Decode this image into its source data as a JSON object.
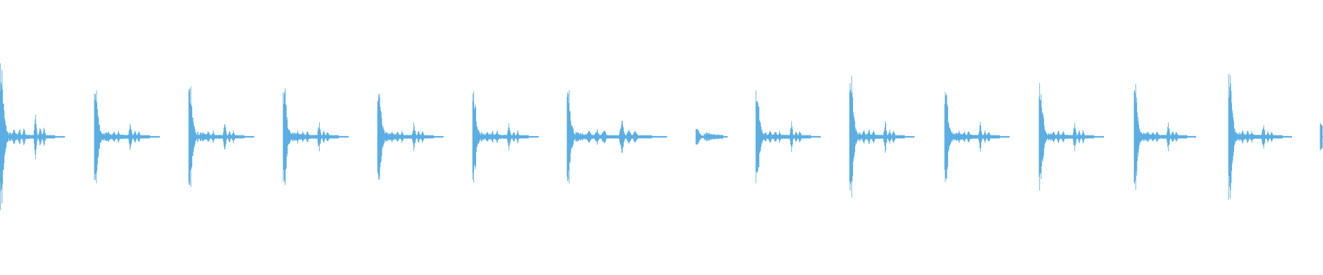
{
  "waveform": {
    "color": "#5aaee3",
    "background": "#ffffff",
    "beats": [
      {
        "peak_top": 0.58,
        "peak_bottom": 0.58,
        "echo": 0.18
      },
      {
        "peak_top": 0.42,
        "peak_bottom": 0.42,
        "echo": 0.12
      },
      {
        "peak_top": 0.4,
        "peak_bottom": 0.4,
        "echo": 0.12
      },
      {
        "peak_top": 0.39,
        "peak_bottom": 0.39,
        "echo": 0.12
      },
      {
        "peak_top": 0.4,
        "peak_bottom": 0.4,
        "echo": 0.12
      },
      {
        "peak_top": 0.37,
        "peak_bottom": 0.37,
        "echo": 0.12
      },
      {
        "peak_top": 0.42,
        "peak_bottom": 0.42,
        "echo": 0.14
      },
      {
        "peak_top": 0.07,
        "peak_bottom": 0.07,
        "echo": 0.03
      },
      {
        "peak_top": 0.4,
        "peak_bottom": 0.4,
        "echo": 0.12
      },
      {
        "peak_top": 0.5,
        "peak_bottom": 0.5,
        "echo": 0.14
      },
      {
        "peak_top": 0.41,
        "peak_bottom": 0.41,
        "echo": 0.12
      },
      {
        "peak_top": 0.46,
        "peak_bottom": 0.46,
        "echo": 0.12
      },
      {
        "peak_top": 0.43,
        "peak_bottom": 0.43,
        "echo": 0.12
      },
      {
        "peak_top": 0.49,
        "peak_bottom": 0.49,
        "echo": 0.12
      },
      {
        "peak_top": 0.12,
        "peak_bottom": 0.12,
        "echo": 0.0
      }
    ]
  }
}
